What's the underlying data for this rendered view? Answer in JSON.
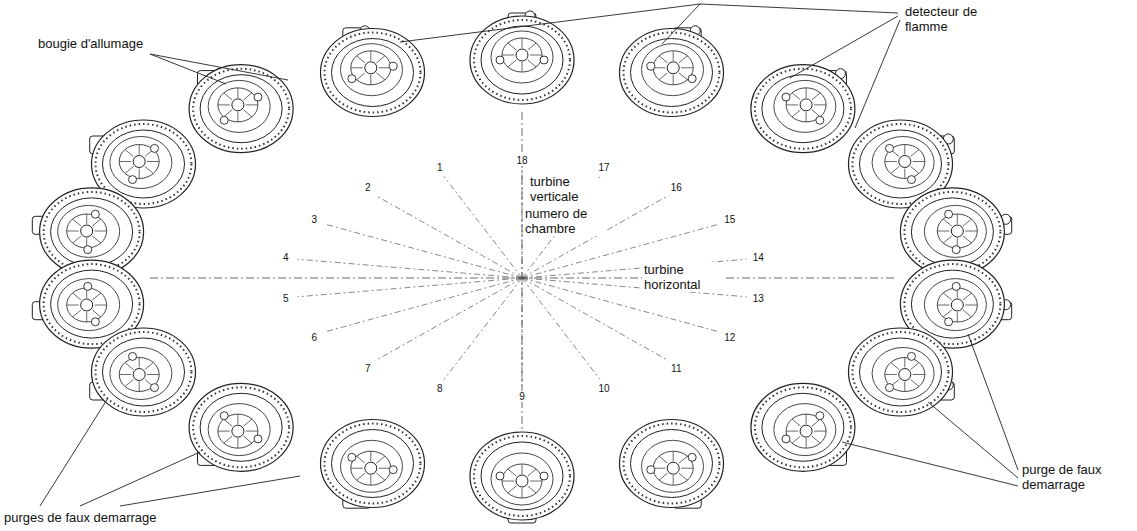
{
  "diagram": {
    "labels": [
      "detecteur de flamme",
      "bougie d'allumage",
      "turbine verticale",
      "numero de chambre",
      "turbine horizontal",
      "1",
      "2",
      "3",
      "4",
      "5",
      "6",
      "7",
      "8",
      "9",
      "10",
      "11",
      "12",
      "13",
      "14",
      "15",
      "16",
      "17",
      "18",
      "purge de faux demarrage",
      "purges de faux demarrage"
    ]
  }
}
